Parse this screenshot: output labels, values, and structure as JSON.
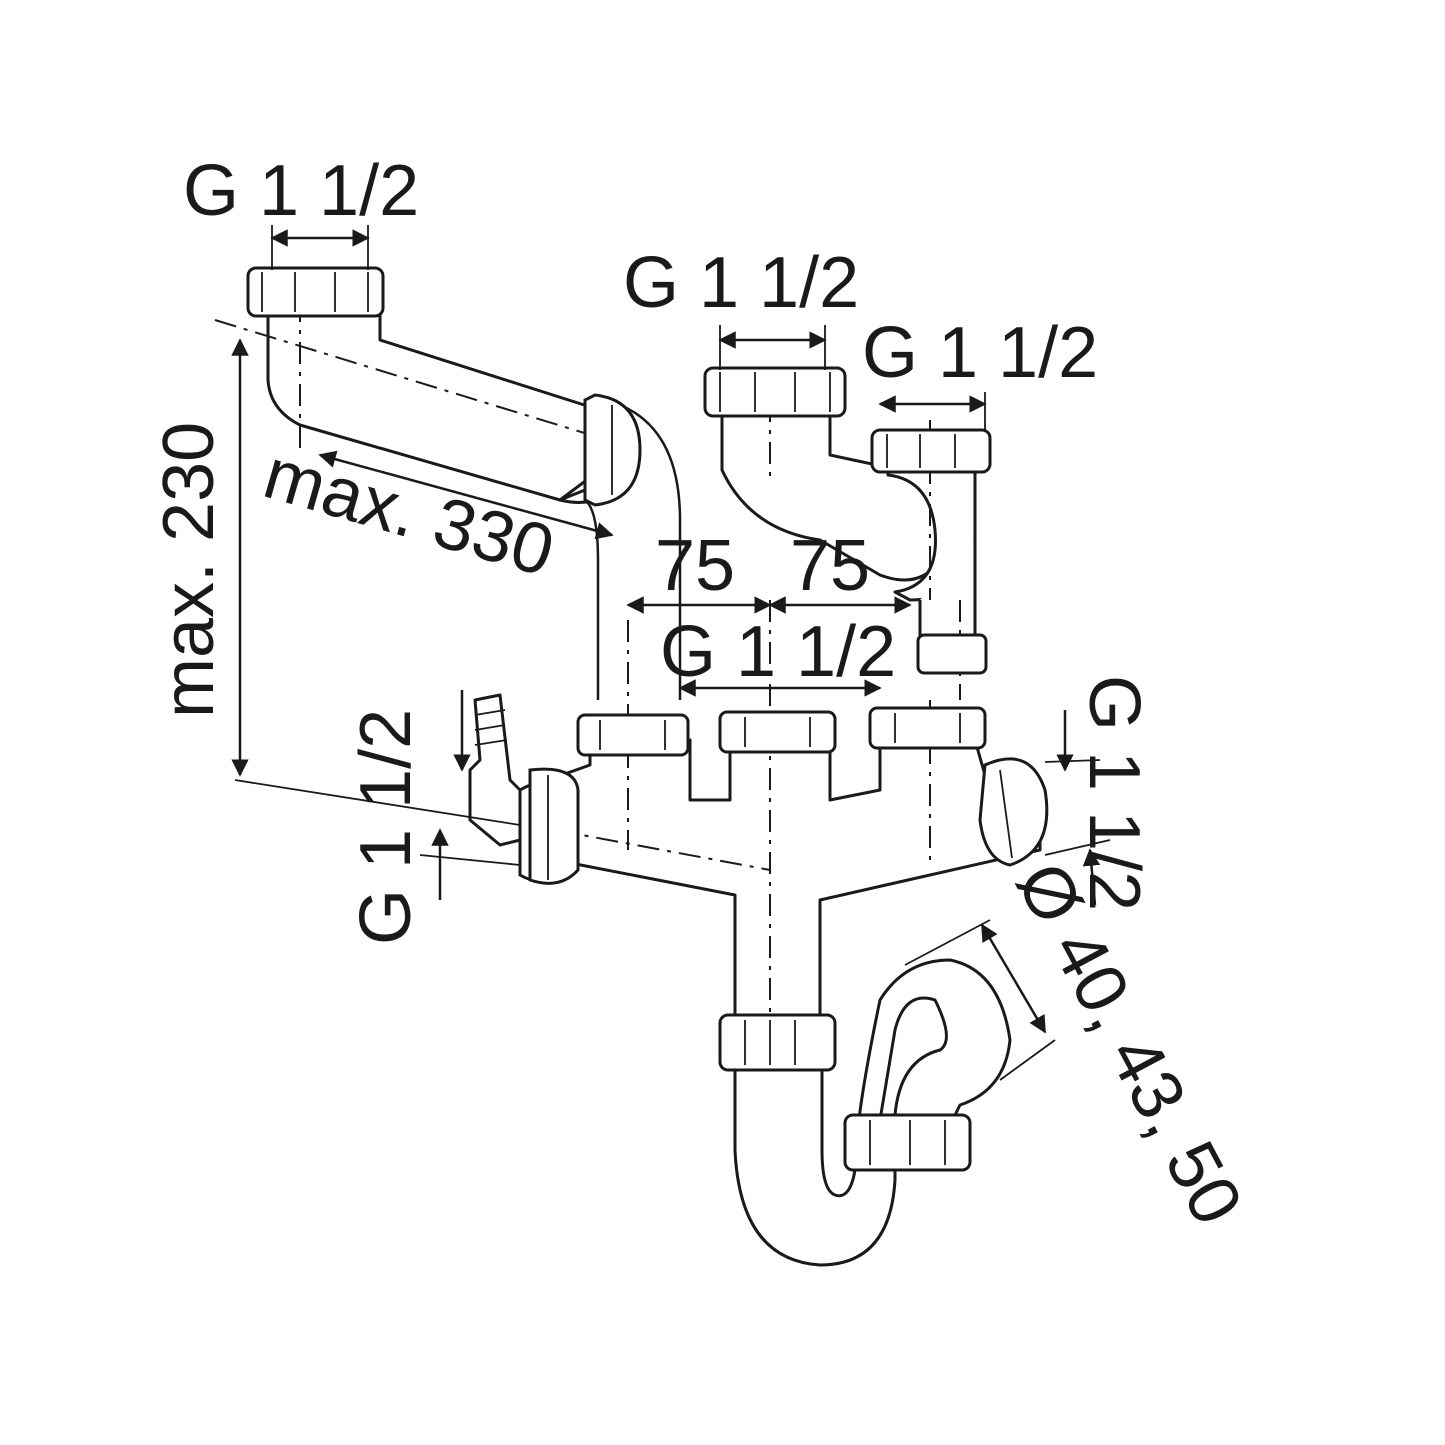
{
  "labels": {
    "thread_top_left": "G 1 1/2",
    "thread_top_mid": "G 1 1/2",
    "thread_top_right": "G 1 1/2",
    "thread_center": "G 1 1/2",
    "thread_left_vertical": "G 1 1/2",
    "thread_right_vertical": "G 1 1/2",
    "dim_height": "max. 230",
    "dim_length": "max. 330",
    "dim_75_left": "75",
    "dim_75_right": "75",
    "dim_diameter": "Ø 40, 43, 50"
  }
}
